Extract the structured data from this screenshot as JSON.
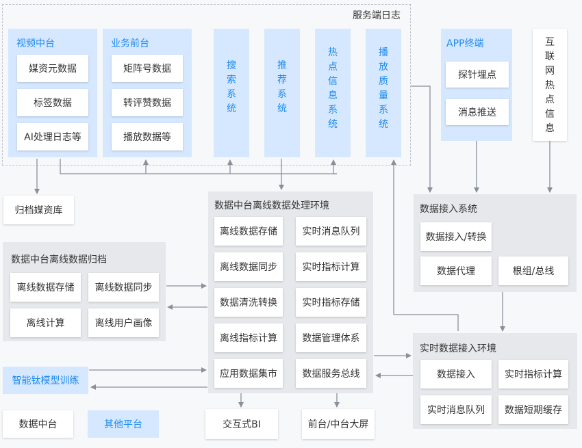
{
  "server_log_label": "服务端日志",
  "video_platform": {
    "title": "视频中台",
    "items": [
      "媒资元数据",
      "标签数据",
      "AI处理日志等"
    ]
  },
  "business_frontend": {
    "title": "业务前台",
    "items": [
      "矩阵号数据",
      "转评赞数据",
      "播放数据等"
    ]
  },
  "vertical_systems": [
    {
      "chars": [
        "搜",
        "索",
        "系",
        "统"
      ]
    },
    {
      "chars": [
        "推",
        "荐",
        "系",
        "统"
      ]
    },
    {
      "chars": [
        "热",
        "点",
        "信",
        "息",
        "系",
        "统"
      ]
    },
    {
      "chars": [
        "播",
        "放",
        "质",
        "量",
        "系",
        "统"
      ]
    }
  ],
  "app_terminal": {
    "title": "APP终端",
    "items": [
      "探针埋点",
      "消息推送"
    ]
  },
  "internet_hotspot": {
    "chars": [
      "互",
      "联",
      "网",
      "热",
      "点",
      "信",
      "息"
    ]
  },
  "archive_library": "归档媒资库",
  "offline_archive": {
    "title": "数据中台离线数据归档",
    "items": [
      "离线数据存储",
      "离线数据同步",
      "离线计算",
      "离线用户画像"
    ]
  },
  "processing_env": {
    "title": "数据中台离线数据处理环境",
    "left": [
      "离线数据存储",
      "离线数据同步",
      "数据清洗转换",
      "离线指标计算",
      "应用数据集市"
    ],
    "right": [
      "实时消息队列",
      "实时指标计算",
      "实时指标存储",
      "数据管理体系",
      "数据服务总线"
    ]
  },
  "data_access": {
    "title": "数据接入系统",
    "items": [
      "数据接入/转换",
      "数据代理",
      "根组/总线"
    ]
  },
  "realtime_access": {
    "title": "实时数据接入环境",
    "items": [
      "数据接入",
      "实时指标计算",
      "实时消息队列",
      "数据短期缓存"
    ]
  },
  "ai_training": "智能钛模型训练",
  "data_platform": "数据中台",
  "other_platform": "其他平台",
  "interactive_bi": "交互式BI",
  "frontend_screen": "前台/中台大屏",
  "colors": {
    "accent_blue": "#1a89f0",
    "panel_blue": "#d6e8ff",
    "panel_gray": "#e6e8eb",
    "line": "#8a9099"
  }
}
